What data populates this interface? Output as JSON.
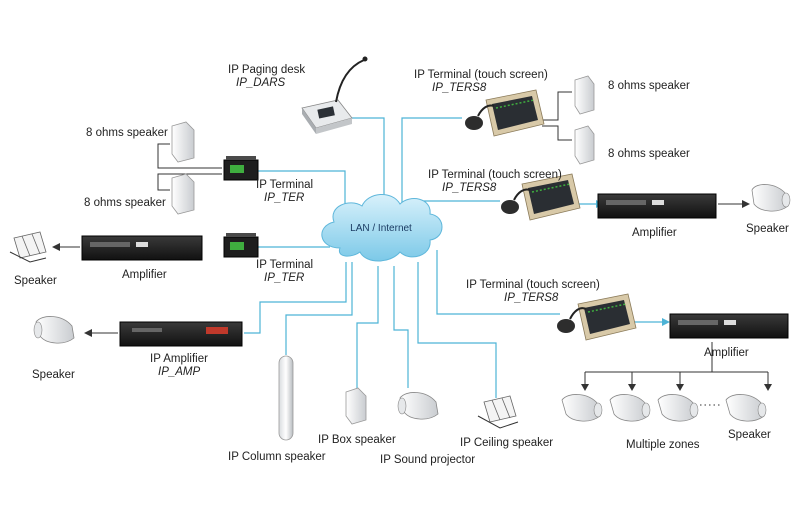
{
  "cloud": {
    "label": "LAN / Internet"
  },
  "paging_desk": {
    "name": "IP Paging desk",
    "model": "IP_DARS"
  },
  "terminal_touch_1": {
    "name": "IP Terminal (touch screen)",
    "model": "IP_TERS8"
  },
  "terminal_touch_2": {
    "name": "IP Terminal (touch screen)",
    "model": "IP_TERS8"
  },
  "terminal_touch_3": {
    "name": "IP Terminal (touch screen)",
    "model": "IP_TERS8"
  },
  "terminal_1": {
    "name": "IP Terminal",
    "model": "IP_TER"
  },
  "terminal_2": {
    "name": "IP Terminal",
    "model": "IP_TER"
  },
  "ip_amplifier": {
    "name": "IP Amplifier",
    "model": "IP_AMP"
  },
  "labels": {
    "ohms_tl_top": "8 ohms speaker",
    "ohms_tl_bottom": "8 ohms speaker",
    "ohms_tr_top": "8 ohms speaker",
    "ohms_tr_bottom": "8 ohms speaker",
    "amp_left": "Amplifier",
    "speaker_left_1": "Speaker",
    "speaker_left_2": "Speaker",
    "amp_right_1": "Amplifier",
    "speaker_right_1": "Speaker",
    "amp_right_2": "Amplifier",
    "multiple_zones": "Multiple zones",
    "speaker_zones": "Speaker",
    "column_speaker": "IP Column speaker",
    "box_speaker": "IP Box speaker",
    "sound_projector": "IP Sound projector",
    "ceiling_speaker": "IP Ceiling speaker"
  },
  "colors": {
    "network_line": "#4db3d6",
    "cloud_fill": "#8fd3ee",
    "wire": "#333333"
  }
}
